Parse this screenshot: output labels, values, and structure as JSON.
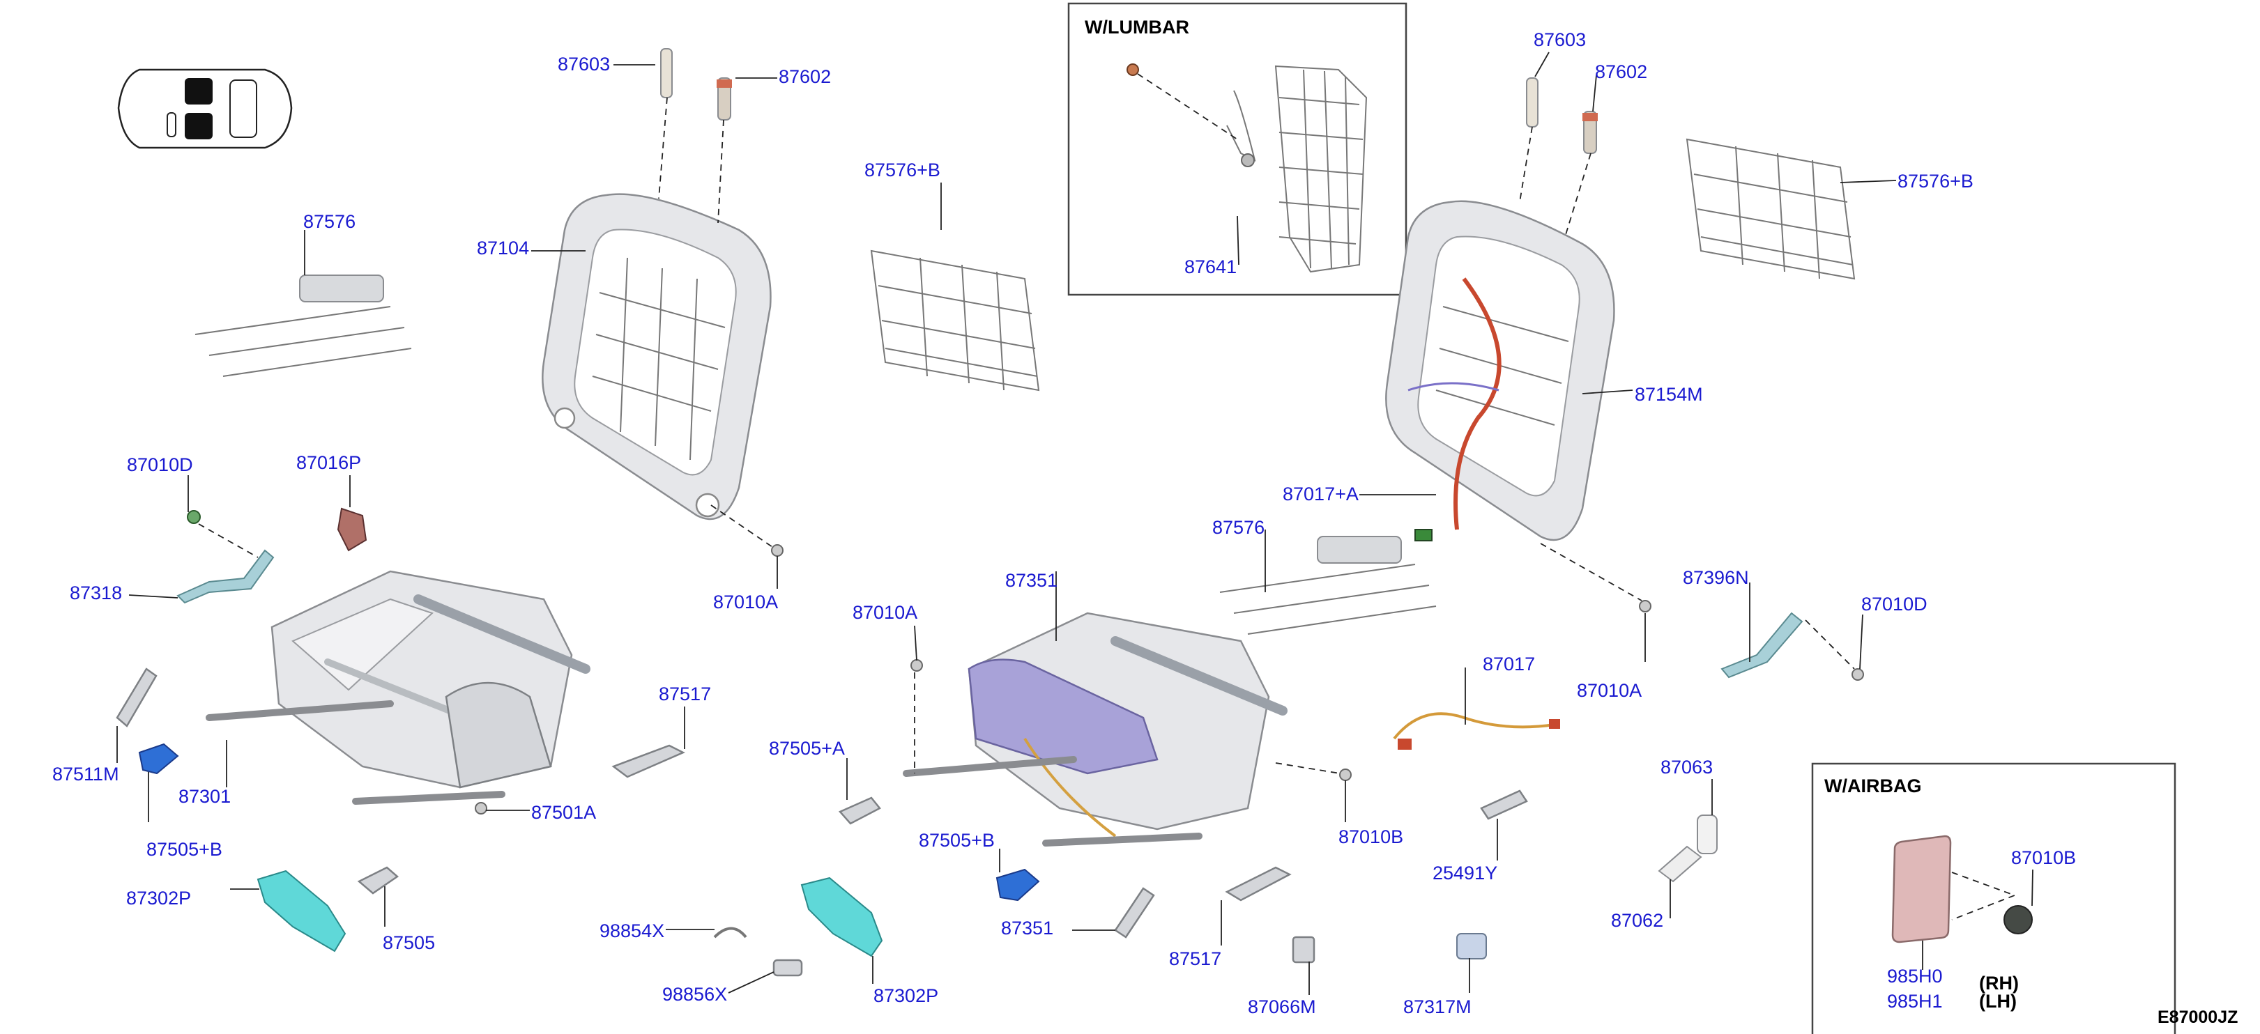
{
  "colors": {
    "callout_text": "#1a1ad0",
    "cyan_part": "#5fd8d8",
    "blue_part": "#2e6fd6",
    "purple_part": "#a8a2d8",
    "red_part": "#c8482e",
    "airbag_pink": "#dfb8b8"
  },
  "inset_lumbar": {
    "title": "W/LUMBAR"
  },
  "inset_airbag": {
    "title": "W/AIRBAG",
    "side_rh": "(RH)",
    "side_lh": "(LH)"
  },
  "diagram_code": "E87000JZ",
  "icons": {
    "vehicle": "car-top-view-icon"
  },
  "callouts": {
    "c87603_l": "87603",
    "c87602_l": "87602",
    "c87576_l": "87576",
    "c87104": "87104",
    "c87576b_mid": "87576+B",
    "c87010d_l": "87010D",
    "c87016p": "87016P",
    "c87318": "87318",
    "c87010a_l": "87010A",
    "c87511m": "87511M",
    "c87301": "87301",
    "c87505b_l": "87505+B",
    "c87501a": "87501A",
    "c87517_l": "87517",
    "c87302p_l": "87302P",
    "c87505": "87505",
    "c87641": "87641",
    "c87603_r": "87603",
    "c87602_r": "87602",
    "c87576b_r": "87576+B",
    "c87154m": "87154M",
    "c87017a": "87017+A",
    "c87576_r": "87576",
    "c87351_top": "87351",
    "c87010a_mid": "87010A",
    "c87505a": "87505+A",
    "c87505b_mid": "87505+B",
    "c87351_bot": "87351",
    "c98854x": "98854X",
    "c98856x": "98856X",
    "c87302p_r": "87302P",
    "c87010b_mid": "87010B",
    "c87517_r": "87517",
    "c87066m": "87066M",
    "c87017": "87017",
    "c25491y": "25491Y",
    "c87317m": "87317M",
    "c87010a_r": "87010A",
    "c87396n": "87396N",
    "c87010d_r": "87010D",
    "c87063": "87063",
    "c87062": "87062",
    "c87010b_r": "87010B",
    "c985h0": "985H0",
    "c985h1": "985H1"
  }
}
